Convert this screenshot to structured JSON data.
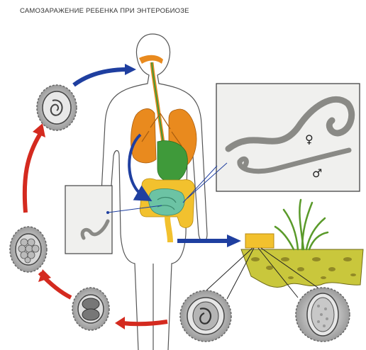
{
  "title": "САМОЗАРАЖЕНИЕ РЕБЕНКА ПРИ ЭНТЕРОБИОЗЕ",
  "symbols": {
    "female": "♀",
    "male": "♂"
  },
  "colors": {
    "cycle_arrow_red": "#d42a1f",
    "cycle_arrow_blue": "#1f3fa0",
    "lungs": "#e98a1e",
    "intestine_small": "#6cc3a4",
    "intestine_large": "#f2c12e",
    "stomach": "#3f9a3a",
    "ground": "#c9c73c",
    "grass": "#7bbf3a",
    "egg_shell": "#b9b9b9"
  },
  "icons": [
    "body-silhouette",
    "worm-female",
    "worm-male",
    "larva",
    "egg",
    "grass",
    "soil"
  ]
}
